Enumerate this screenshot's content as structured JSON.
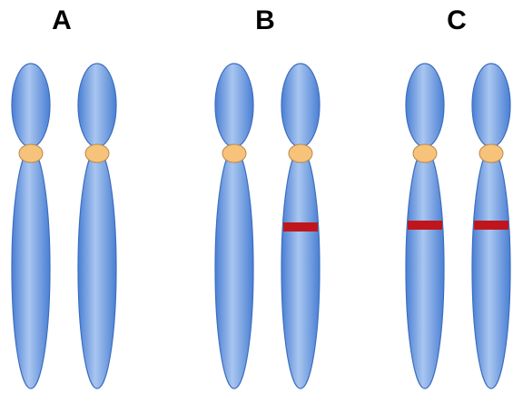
{
  "panels": [
    {
      "label": "A",
      "chromosomes": [
        {
          "marked": false
        },
        {
          "marked": false
        }
      ]
    },
    {
      "label": "B",
      "chromosomes": [
        {
          "marked": false
        },
        {
          "marked": true
        }
      ]
    },
    {
      "label": "C",
      "chromosomes": [
        {
          "marked": true
        },
        {
          "marked": true
        }
      ]
    }
  ],
  "colors": {
    "chromosome_fill_light": "#a9c6f0",
    "chromosome_fill_dark": "#4a7fd3",
    "chromosome_stroke": "#3d6fbf",
    "centromere_fill": "#f7c27a",
    "centromere_stroke": "#b88a4a",
    "band_color": "#c0161b"
  }
}
